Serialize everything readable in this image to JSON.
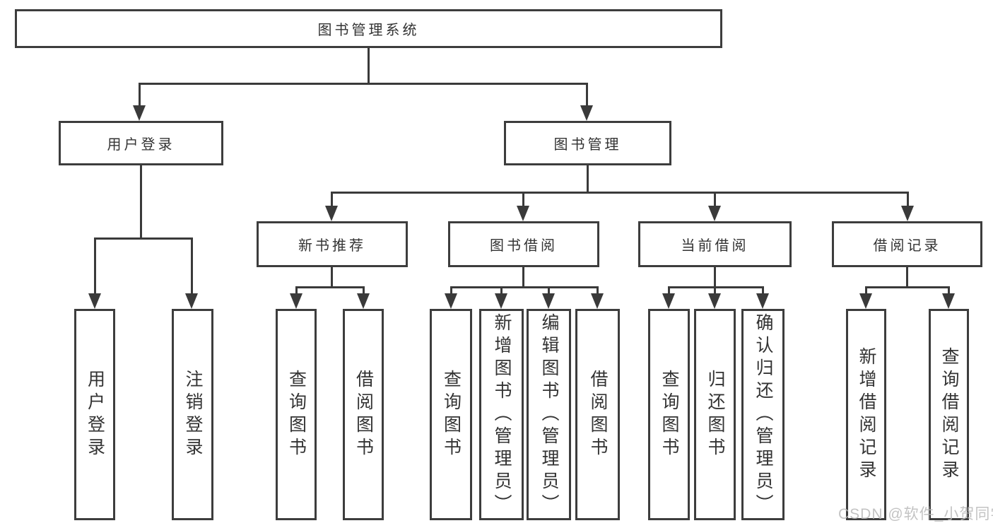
{
  "diagram": {
    "root": {
      "label": "图书管理系统"
    },
    "level2": [
      {
        "label": "用户登录",
        "children": [
          {
            "label": "用户登录"
          },
          {
            "label": "注销登录"
          }
        ]
      },
      {
        "label": "图书管理",
        "children": [
          {
            "label": "新书推荐",
            "children": [
              {
                "label": "查询图书"
              },
              {
                "label": "借阅图书"
              }
            ]
          },
          {
            "label": "图书借阅",
            "children": [
              {
                "label": "查询图书"
              },
              {
                "label": "新增图书（管理员）"
              },
              {
                "label": "编辑图书（管理员）"
              },
              {
                "label": "借阅图书"
              }
            ]
          },
          {
            "label": "当前借阅",
            "children": [
              {
                "label": "查询图书"
              },
              {
                "label": "归还图书"
              },
              {
                "label": "确认归还（管理员）"
              }
            ]
          },
          {
            "label": "借阅记录",
            "children": [
              {
                "label": "新增借阅记录"
              },
              {
                "label": "查询借阅记录"
              }
            ]
          }
        ]
      }
    ]
  },
  "watermark": {
    "text": "CSDN @软件_小贺同学"
  },
  "colors": {
    "line": "#3a3a3a",
    "border": "#3d3d3d",
    "text": "#333333",
    "watermark": "#b9b9b9",
    "background": "#ffffff"
  }
}
